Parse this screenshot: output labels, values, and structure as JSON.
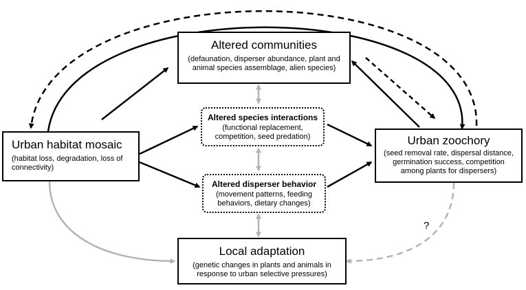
{
  "nodes": {
    "altered_communities": {
      "title": "Altered communities",
      "detail": "(defaunation, disperser abundance, plant and animal species assemblage, alien species)"
    },
    "altered_species_interactions": {
      "title": "Altered species interactions",
      "detail": "(functional replacement, competition, seed predation)"
    },
    "altered_disperser_behavior": {
      "title": "Altered disperser behavior",
      "detail": "(movement patterns, feeding behaviors, dietary changes)"
    },
    "urban_habitat_mosaic": {
      "title": "Urban habitat mosaic",
      "detail": "(habitat loss, degradation, loss of connectivity)"
    },
    "urban_zoochory": {
      "title": "Urban zoochory",
      "detail": "(seed removal rate, dispersal distance, germination success, competition among plants for dispersers)"
    },
    "local_adaptation": {
      "title": "Local adaptation",
      "detail": "(genetic changes in plants and animals in response to urban selective pressures)"
    }
  },
  "annotations": {
    "uncertain_link": "?"
  },
  "colors": {
    "primary_arrow": "#000000",
    "secondary_arrow": "#b3b3b3"
  }
}
